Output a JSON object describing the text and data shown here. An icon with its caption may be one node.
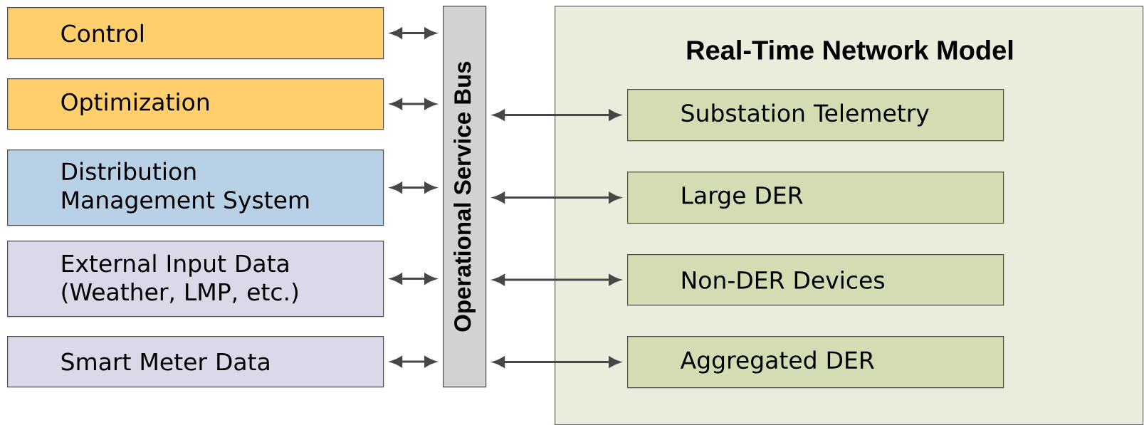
{
  "diagram": {
    "nodes": [
      {
        "text": [
          "Control"
        ]
      },
      {
        "text": [
          "Optimization"
        ]
      },
      {
        "text": [
          "Distribution Management System"
        ]
      },
      {
        "text": [
          "External Input Data (Weather, LMP, etc.)"
        ]
      },
      {
        "text": [
          "Smart Meter Data"
        ]
      },
      {
        "text": [
          "Operational Service Bus"
        ]
      },
      {
        "text": [
          "Real-Time Network Model"
        ]
      },
      {
        "text": [
          "Substation Telemetry"
        ],
        "in": 6
      },
      {
        "text": [
          "Large DER"
        ],
        "in": 6
      },
      {
        "text": [
          "Non-DER Devices"
        ],
        "in": 6
      },
      {
        "text": [
          "Aggregated DER"
        ],
        "in": 6
      }
    ],
    "edges": [
      {
        "from": 0,
        "to": 5,
        "arrow": "both"
      },
      {
        "from": 1,
        "to": 5,
        "arrow": "both"
      },
      {
        "from": 2,
        "to": 5,
        "arrow": "both"
      },
      {
        "from": 3,
        "to": 5,
        "arrow": "both"
      },
      {
        "from": 4,
        "to": 5,
        "arrow": "both"
      },
      {
        "from": 5,
        "to": 7,
        "arrow": "both"
      },
      {
        "from": 5,
        "to": 8,
        "arrow": "both"
      },
      {
        "from": 5,
        "to": 9,
        "arrow": "both"
      },
      {
        "from": 5,
        "to": 10,
        "arrow": "both"
      }
    ]
  }
}
